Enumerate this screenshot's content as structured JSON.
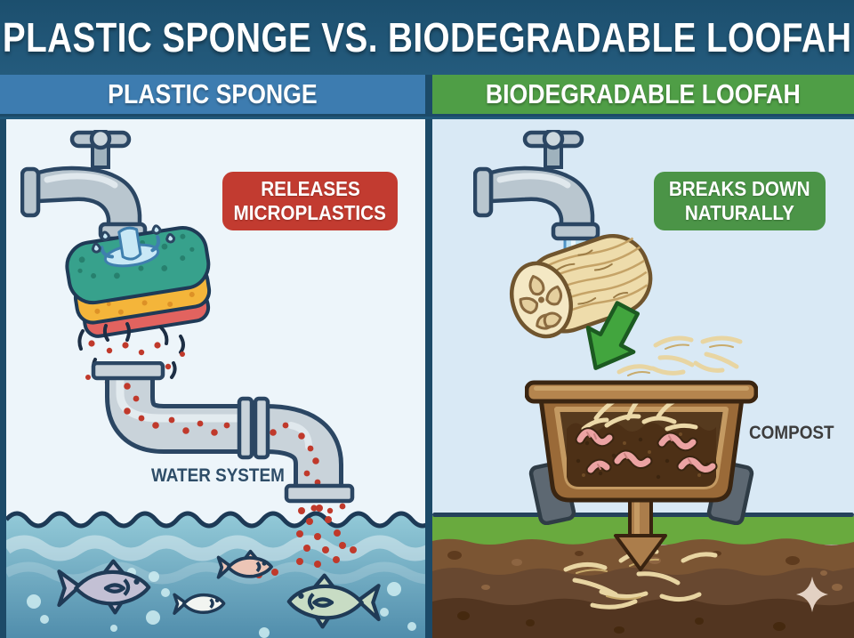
{
  "header": {
    "title": "PLASTIC SPONGE VS. BIODEGRADABLE LOOFAH"
  },
  "left_panel": {
    "title": "PLASTIC SPONGE",
    "badge": {
      "line1": "RELEASES",
      "line2": "MICROPLASTICS"
    },
    "water_label": "WATER SYSTEM"
  },
  "right_panel": {
    "title": "BIODEGRADABLE LOOFAH",
    "badge": {
      "line1": "BREAKS DOWN",
      "line2": "NATURALLY"
    },
    "compost_label": "COMPOST"
  },
  "colors": {
    "header_bg": "#21587a",
    "left_header_bg": "#3d7cb0",
    "right_header_bg": "#4f9e46",
    "divider": "#1c4a68",
    "left_panel_bg": "#edf5fa",
    "right_panel_bg": "#d9e9f5",
    "badge_red": "#c23b30",
    "badge_green": "#4b9447",
    "microplastic_dot": "#c0392b",
    "water_deep": "#4f8cab",
    "water_light": "#93cad8",
    "grass": "#69aa3e",
    "soil": "#6b4a2e",
    "compost_bin": "#9a6a38",
    "loofah": "#eedcab",
    "sponge_green": "#37a18c",
    "sponge_yellow": "#f4b53a",
    "sponge_red": "#e2635f",
    "faucet_gray": "#c0ccd4",
    "water_label_text": "#2e4d68",
    "compost_label_text": "#3d3d3d"
  },
  "illustrations": [
    "faucet-icon",
    "water-stream",
    "sponge",
    "microplastic-particles",
    "drain-pipe",
    "water-scene",
    "fish",
    "loofah",
    "green-down-arrow",
    "loofah-fibers",
    "compost-bin",
    "worms",
    "soil-arrow",
    "grass-and-soil",
    "sparkle"
  ]
}
